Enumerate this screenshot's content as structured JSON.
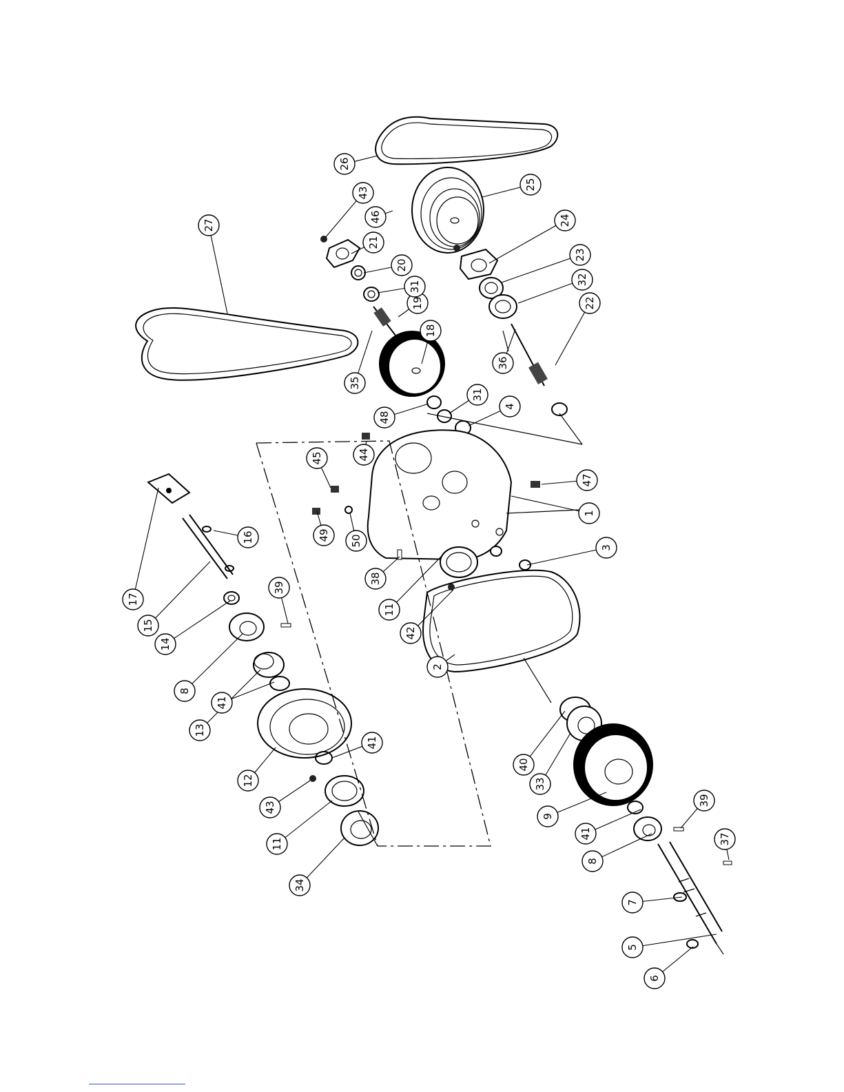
{
  "callouts": [
    {
      "label": "1"
    },
    {
      "label": "2"
    },
    {
      "label": "3"
    },
    {
      "label": "4"
    },
    {
      "label": "5"
    },
    {
      "label": "6"
    },
    {
      "label": "7"
    },
    {
      "label": "8"
    },
    {
      "label": "8"
    },
    {
      "label": "9"
    },
    {
      "label": "11"
    },
    {
      "label": "11"
    },
    {
      "label": "12"
    },
    {
      "label": "13"
    },
    {
      "label": "14"
    },
    {
      "label": "15"
    },
    {
      "label": "16"
    },
    {
      "label": "17"
    },
    {
      "label": "18"
    },
    {
      "label": "19"
    },
    {
      "label": "20"
    },
    {
      "label": "21"
    },
    {
      "label": "22"
    },
    {
      "label": "23"
    },
    {
      "label": "24"
    },
    {
      "label": "25"
    },
    {
      "label": "26"
    },
    {
      "label": "27"
    },
    {
      "label": "31"
    },
    {
      "label": "31"
    },
    {
      "label": "32"
    },
    {
      "label": "33"
    },
    {
      "label": "34"
    },
    {
      "label": "35"
    },
    {
      "label": "36"
    },
    {
      "label": "37"
    },
    {
      "label": "38"
    },
    {
      "label": "39"
    },
    {
      "label": "39"
    },
    {
      "label": "40"
    },
    {
      "label": "41"
    },
    {
      "label": "41"
    },
    {
      "label": "41"
    },
    {
      "label": "42"
    },
    {
      "label": "43"
    },
    {
      "label": "43"
    },
    {
      "label": "44"
    },
    {
      "label": "45"
    },
    {
      "label": "46"
    },
    {
      "label": "47"
    },
    {
      "label": "48"
    },
    {
      "label": "49"
    },
    {
      "label": "50"
    }
  ]
}
